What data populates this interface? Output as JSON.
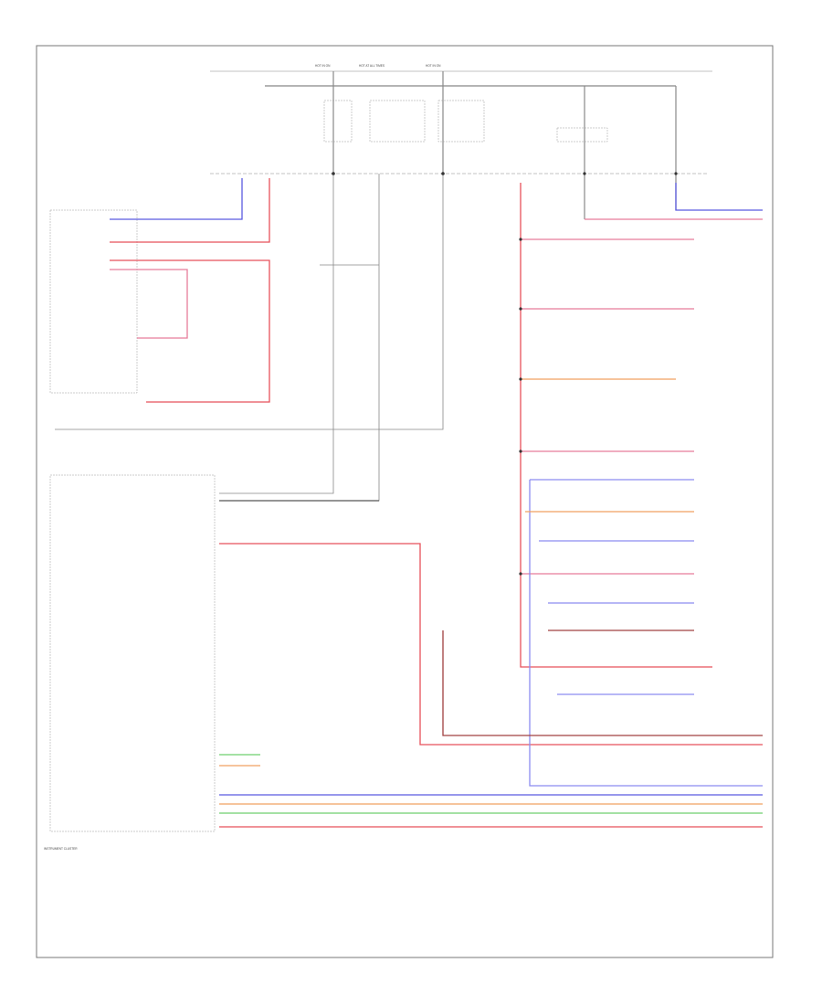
{
  "diagram": {
    "footer_code": "",
    "bottom_left_label": "INSTRUMENT CLUSTER",
    "top_bus_labels": [
      "HOT IN ON",
      "HOT AT ALL TIMES",
      "HOT IN ON"
    ],
    "colors": {
      "border": "#777777",
      "wire_gray": "#888888",
      "wire_dark": "#555555",
      "wire_red": "#e8505b",
      "wire_pink": "#e67c9a",
      "wire_blue": "#5b5be0",
      "wire_lightblue": "#8c8cf0",
      "wire_green": "#6ecf6e",
      "wire_orange": "#f0a060",
      "wire_brown": "#a04040",
      "wire_yellow": "#e8c060"
    }
  }
}
